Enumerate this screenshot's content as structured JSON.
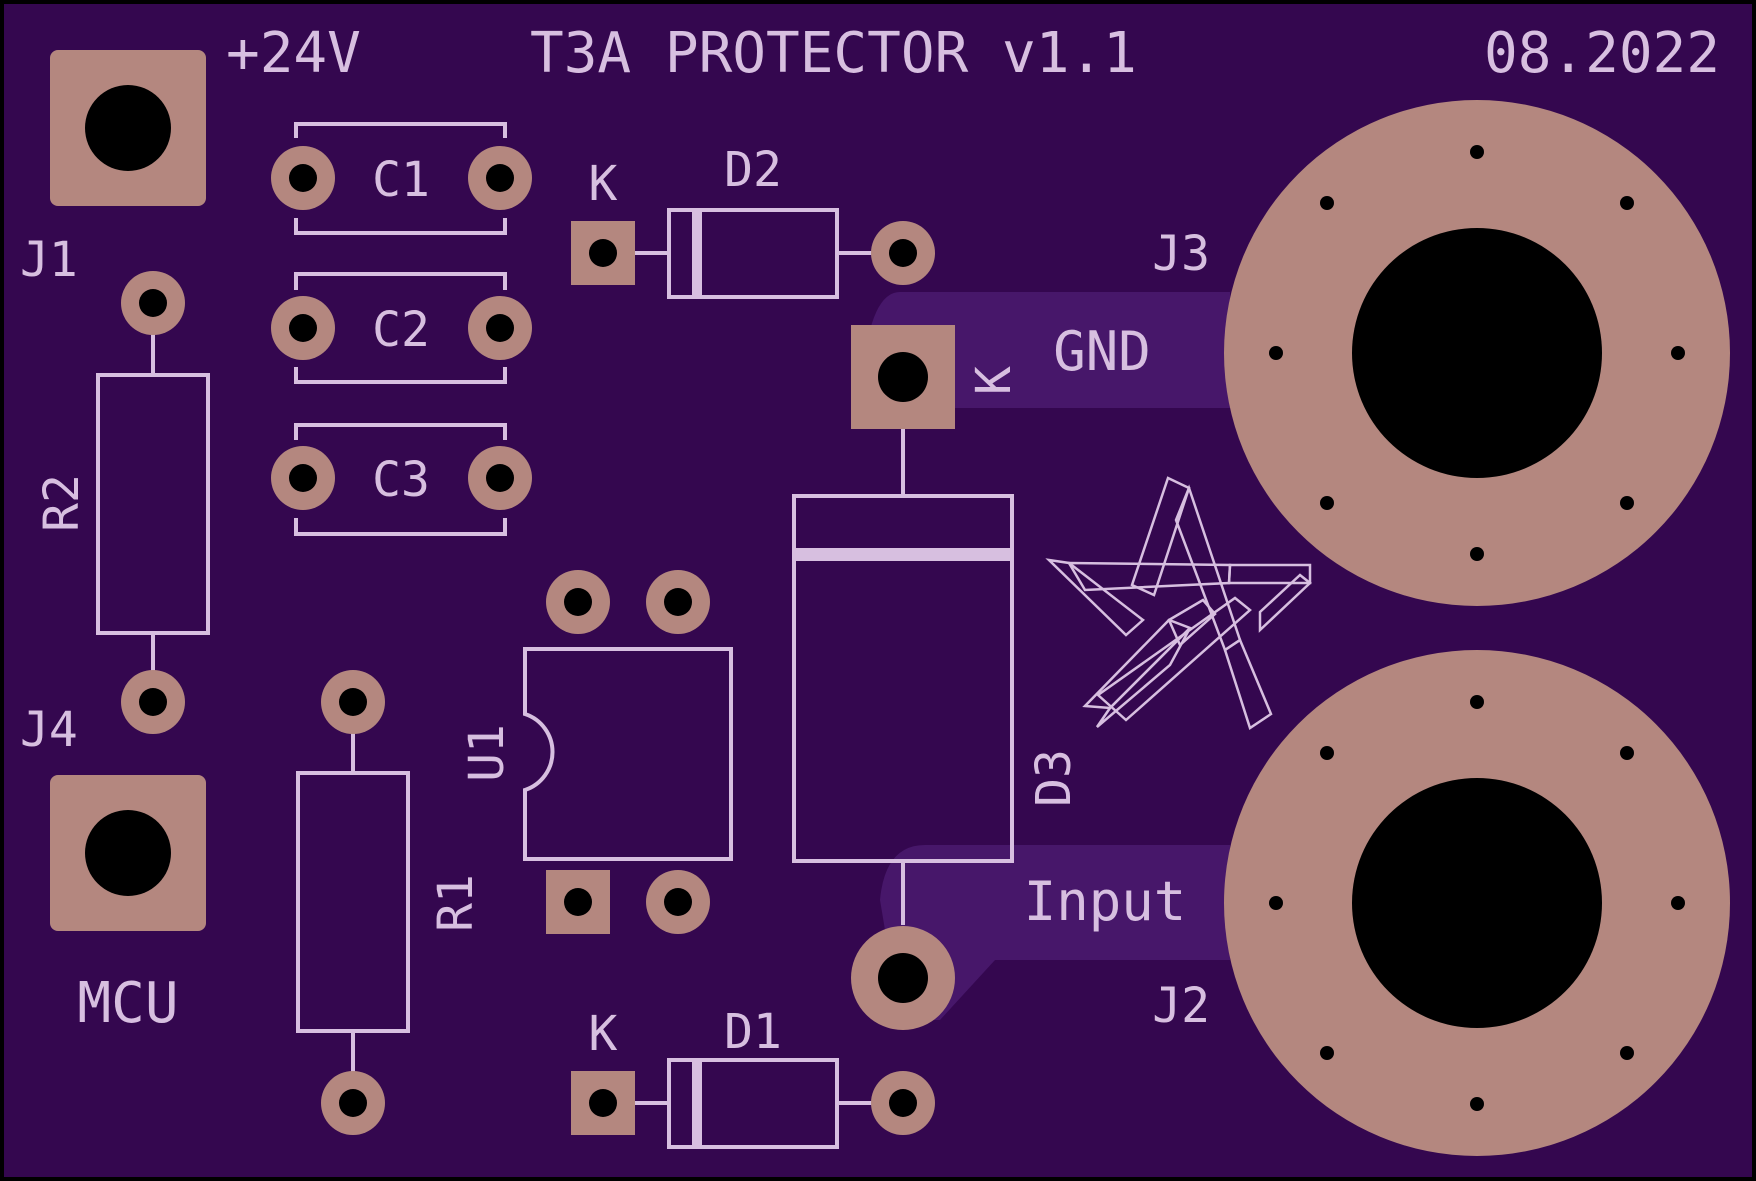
{
  "colors": {
    "board": "#34074f",
    "edge": "#000000",
    "copper": "#b4877f",
    "drill": "#000000",
    "silkscreen": "#d7bfe0",
    "trace": "#47176a"
  },
  "title": "T3A PROTECTOR v1.1",
  "date": "08.2022",
  "power_label": "+24V",
  "mcu_label": "MCU",
  "gnd_label": "GND",
  "input_label": "Input",
  "cathode_mark": "K",
  "designators": {
    "j1": "J1",
    "j2": "J2",
    "j3": "J3",
    "j4": "J4",
    "c1": "C1",
    "c2": "C2",
    "c3": "C3",
    "d1": "D1",
    "d2": "D2",
    "d3": "D3",
    "r1": "R1",
    "r2": "R2",
    "u1": "U1"
  },
  "logo": "impossible-star-icon"
}
